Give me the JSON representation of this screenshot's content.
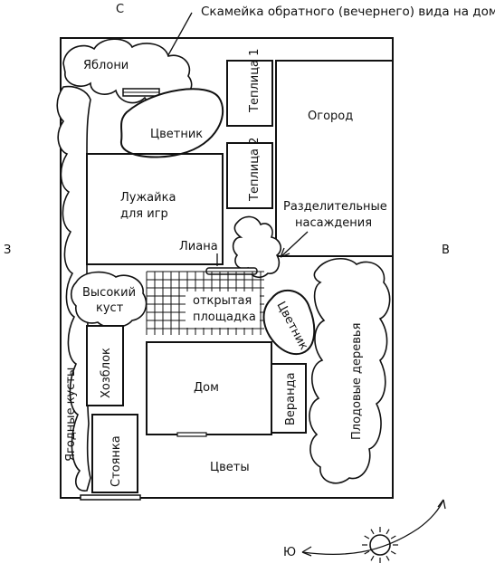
{
  "compass": {
    "north": "С",
    "south": "Ю",
    "east": "В",
    "west": "З"
  },
  "header": {
    "bench_caption": "Скамейка обратного (вечернего) вида на дом"
  },
  "zones": {
    "apples": "Яблони",
    "flowerbed_top": "Цветник",
    "greenhouse_1": "Теплица 1",
    "greenhouse_2": "Теплица 2",
    "garden": "Огород",
    "lawn_line1": "Лужайка",
    "lawn_line2": "для игр",
    "divider_line1": "Разделительные",
    "divider_line2": "насаждения",
    "liana": "Лиана",
    "tall_bush_line1": "Высокий",
    "tall_bush_line2": "куст",
    "open_area_line1": "открытая",
    "open_area_line2": "площадка",
    "flowerbed_right": "Цветник",
    "fruit_trees": "Плодовые деревья",
    "berry_bushes": "Ягодные кусты",
    "utility": "Хозблок",
    "house": "Дом",
    "veranda": "Веранда",
    "parking": "Стоянка",
    "flowers": "Цветы"
  },
  "icons": {
    "sun": "sun-icon",
    "arrow": "arrow-icon"
  }
}
